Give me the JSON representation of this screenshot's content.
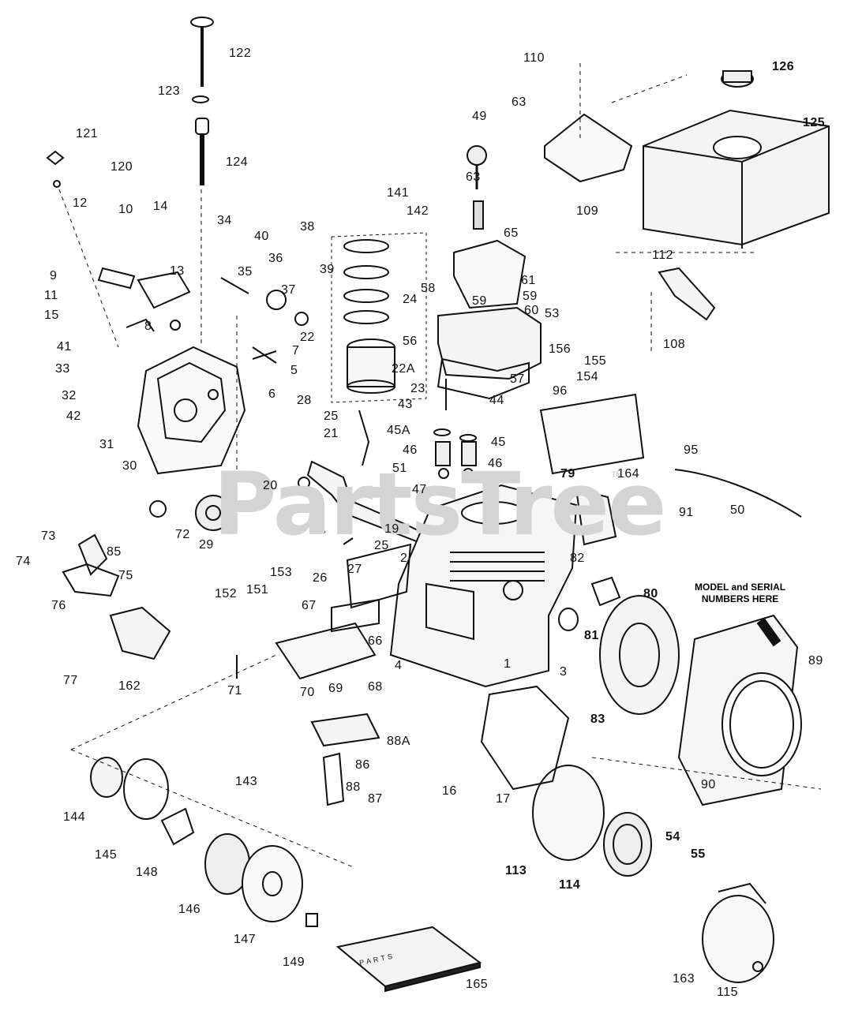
{
  "watermark": "PartsTree",
  "trademark": "TM",
  "note": {
    "line1": "MODEL and SERIAL",
    "line2": "NUMBERS HERE"
  },
  "manual_label": "P A R T S",
  "callouts": {
    "c122": "122",
    "c123": "123",
    "c124": "124",
    "c121": "121",
    "c120": "120",
    "c12": "12",
    "c10": "10",
    "c14": "14",
    "c34": "34",
    "c40": "40",
    "c38": "38",
    "c36": "36",
    "c35": "35",
    "c37": "37",
    "c39": "39",
    "c9": "9",
    "c13": "13",
    "c11": "11",
    "c15": "15",
    "c8": "8",
    "c41": "41",
    "c33": "33",
    "c32": "32",
    "c42": "42",
    "c31": "31",
    "c30": "30",
    "c7": "7",
    "c5": "5",
    "c6": "6",
    "c22": "22",
    "c24": "24",
    "c22A": "22A",
    "c23": "23",
    "c28": "28",
    "c25a": "25",
    "c21": "21",
    "c20": "20",
    "c29": "29",
    "c19": "19",
    "c25b": "25",
    "c27": "27",
    "c26": "26",
    "c153": "153",
    "c151": "151",
    "c152": "152",
    "c67": "67",
    "c2": "2",
    "c66": "66",
    "c4": "4",
    "c68": "68",
    "c69": "69",
    "c70": "70",
    "c71": "71",
    "c72": "72",
    "c73": "73",
    "c85": "85",
    "c74": "74",
    "c75": "75",
    "c76": "76",
    "c77": "77",
    "c162": "162",
    "c49": "49",
    "c63a": "63",
    "c141": "141",
    "c142": "142",
    "c65": "65",
    "c61": "61",
    "c58": "58",
    "c59a": "59",
    "c59b": "59",
    "c60": "60",
    "c53": "53",
    "c56": "56",
    "c57": "57",
    "c43": "43",
    "c44": "44",
    "c45A": "45A",
    "c45": "45",
    "c46a": "46",
    "c46b": "46",
    "c47": "47",
    "c51": "51",
    "c110": "110",
    "c63b": "63",
    "c126": "126",
    "c125": "125",
    "c109": "109",
    "c112": "112",
    "c108": "108",
    "c156": "156",
    "c155": "155",
    "c154": "154",
    "c96": "96",
    "c164": "164",
    "c95": "95",
    "c50": "50",
    "c91": "91",
    "c79": "79",
    "c82": "82",
    "c1": "1",
    "c3": "3",
    "c80": "80",
    "c81": "81",
    "c83": "83",
    "c89": "89",
    "c90": "90",
    "c88A": "88A",
    "c86": "86",
    "c88": "88",
    "c87": "87",
    "c16": "16",
    "c17": "17",
    "c143": "143",
    "c144": "144",
    "c145": "145",
    "c148": "148",
    "c146": "146",
    "c147": "147",
    "c149": "149",
    "c113": "113",
    "c114": "114",
    "c54": "54",
    "c55": "55",
    "c163": "163",
    "c115": "115",
    "c165": "165"
  }
}
